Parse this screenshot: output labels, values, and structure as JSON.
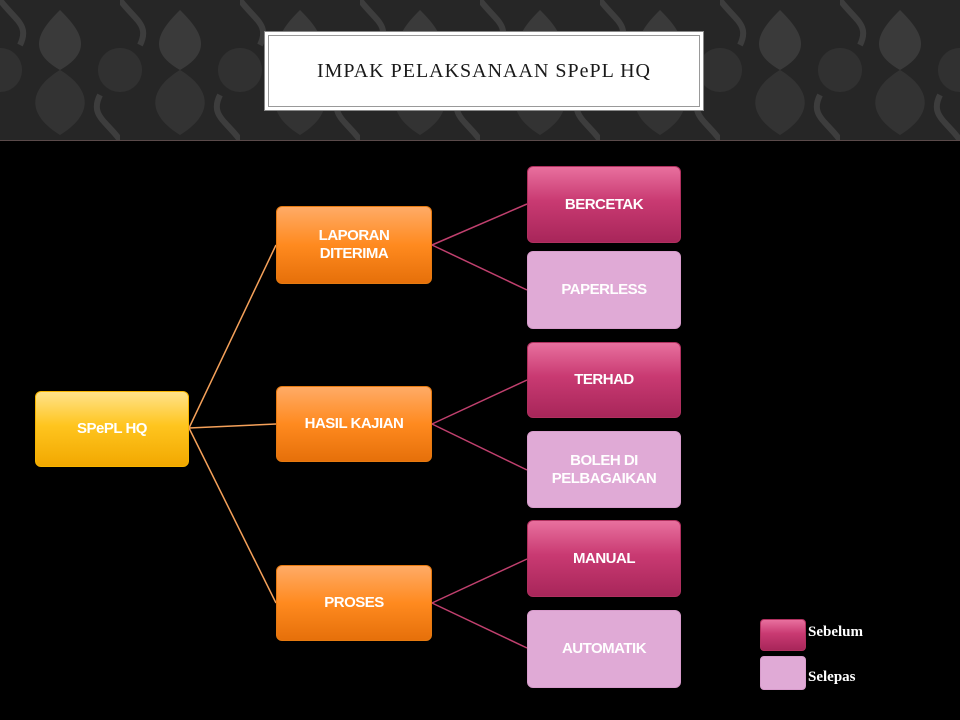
{
  "title": "IMPAK PELAKSANAAN SPePL HQ",
  "root": {
    "label": "SPePL HQ"
  },
  "branches": [
    {
      "label": "LAPORAN DITERIMA",
      "before": "BERCETAK",
      "after": "PAPERLESS"
    },
    {
      "label": "HASIL KAJIAN",
      "before": "TERHAD",
      "after": "BOLEH DI PELBAGAIKAN"
    },
    {
      "label": "PROSES",
      "before": "MANUAL",
      "after": "AUTOMATIK"
    }
  ],
  "legend": {
    "before_label": "Sebelum",
    "after_label": "Selepas"
  },
  "colors": {
    "root": "#ffc51f",
    "branch": "#ff8a1f",
    "before": "#c93a72",
    "after": "#e0aad6",
    "link_root": "#f5a15a",
    "link_leaf": "#c0406e"
  }
}
